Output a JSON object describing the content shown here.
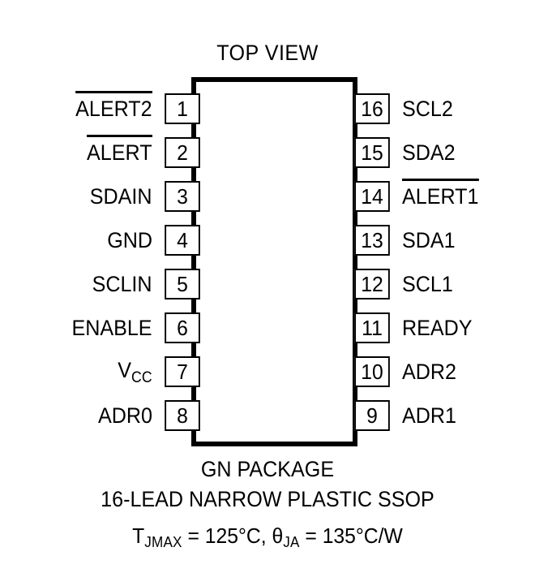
{
  "diagram": {
    "view_label": "TOP VIEW",
    "package_name": "GN PACKAGE",
    "package_description": "16-LEAD NARROW PLASTIC SSOP",
    "thermal": {
      "tjmax_symbol": "T",
      "tjmax_subscript": "JMAX",
      "tjmax_value": " = 125°C, ",
      "theta_symbol": "θ",
      "theta_subscript": "JA",
      "theta_value": " = 135°C/W",
      "full_text": "TJMAX = 125°C, θJA = 135°C/W"
    },
    "body_color": "#000000",
    "background_color": "#ffffff",
    "pin_count": 16,
    "left_pins": [
      {
        "number": "1",
        "label": "ALERT2",
        "active_low": true
      },
      {
        "number": "2",
        "label": "ALERT",
        "active_low": true
      },
      {
        "number": "3",
        "label": "SDAIN",
        "active_low": false
      },
      {
        "number": "4",
        "label": "GND",
        "active_low": false
      },
      {
        "number": "5",
        "label": "SCLIN",
        "active_low": false
      },
      {
        "number": "6",
        "label": "ENABLE",
        "active_low": false
      },
      {
        "number": "7",
        "label": "V",
        "subscript": "CC",
        "active_low": false
      },
      {
        "number": "8",
        "label": "ADR0",
        "active_low": false
      }
    ],
    "right_pins": [
      {
        "number": "16",
        "label": "SCL2",
        "active_low": false
      },
      {
        "number": "15",
        "label": "SDA2",
        "active_low": false
      },
      {
        "number": "14",
        "label": "ALERT1",
        "active_low": true
      },
      {
        "number": "13",
        "label": "SDA1",
        "active_low": false
      },
      {
        "number": "12",
        "label": "SCL1",
        "active_low": false
      },
      {
        "number": "11",
        "label": "READY",
        "active_low": false
      },
      {
        "number": "10",
        "label": "ADR2",
        "active_low": false
      },
      {
        "number": "9",
        "label": "ADR1",
        "active_low": false
      }
    ]
  }
}
